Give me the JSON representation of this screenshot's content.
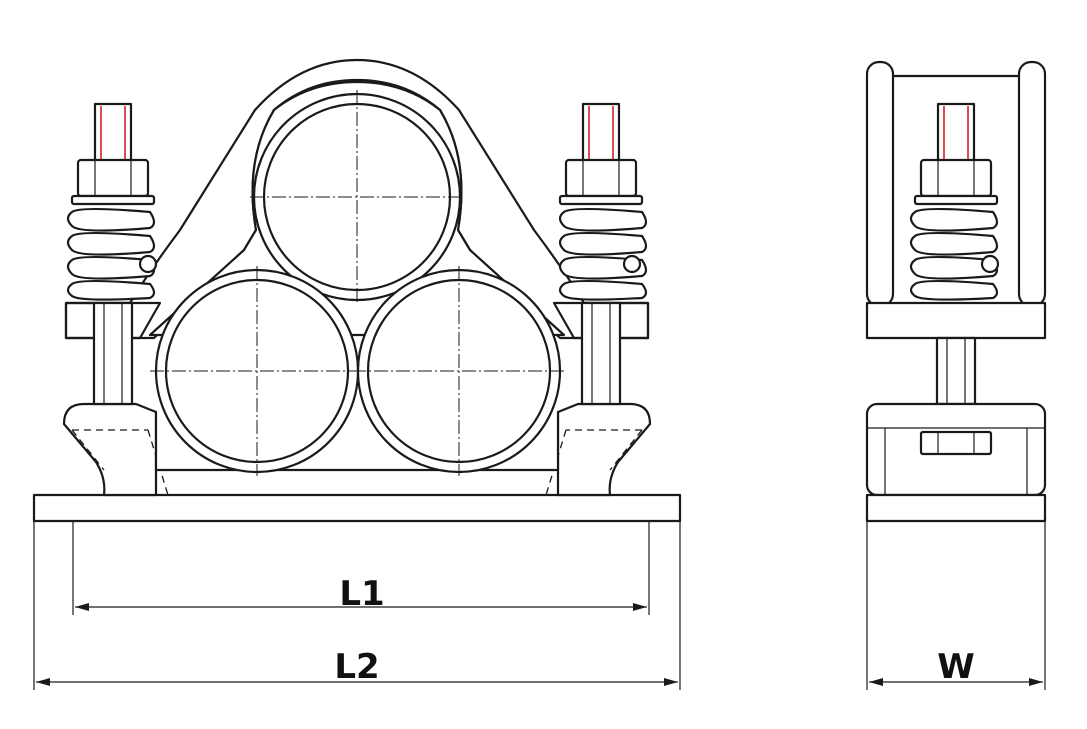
{
  "dimensions": {
    "l1": "L1",
    "l2": "L2",
    "w": "W"
  },
  "colors": {
    "line": "#1a1a1a",
    "bolt_highlight": "#d6202a",
    "background": "#ffffff"
  }
}
